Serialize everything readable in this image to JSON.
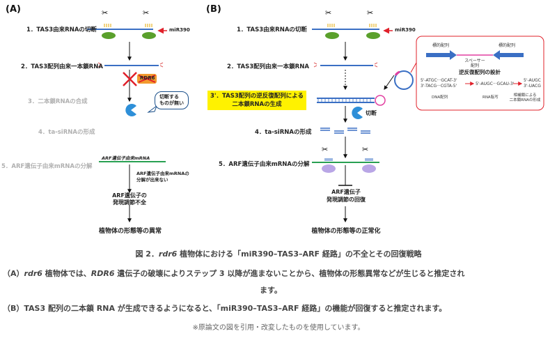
{
  "panel_a": {
    "label": "(A)",
    "step1": "1．TAS3由来RNAの切断",
    "mir390": "miR390",
    "step2": "2．TAS3配列由来一本鎖RNA",
    "rdr6": "RDR6",
    "step3": "3．二本鎖RNAの合成",
    "callout": "切断する\nものが無い",
    "step4": "4．ta-siRNAの形成",
    "step5": "5．ARF遺伝子由来mRNAの分解",
    "arf_mrna": "ARF遺伝子由来mRNA",
    "not_degraded": "ARF遺伝子由来mRNAの\n分解が出来ない",
    "result": "ARF遺伝子の\n発現調節不全",
    "final": "植物体の形態等の異常"
  },
  "panel_b": {
    "label": "(B)",
    "step1": "1．TAS3由来RNAの切断",
    "mir390": "miR390",
    "step2": "2．TAS3配列由来一本鎖RNA",
    "step3": "3'．TAS3配列の逆反復配列による\n二本鎖RNAの生成",
    "cut": "切断",
    "step4": "4．ta-siRNAの形成",
    "step5": "5．ARF遺伝子由来mRNAの分解",
    "result": "ARF遺伝子\n発現調節の回復",
    "final": "植物体の形態等の正常化"
  },
  "inset": {
    "target1": "標的配列",
    "target2": "標的配列",
    "spacer": "スペーサー\n配列",
    "design": "逆反復配列の設計",
    "dna_top": "5'-ATGC···GCAT-3'",
    "dna_bottom": "3'-TACG···CGTA-5'",
    "rna": "5'-AUGC···GCAU-3'",
    "ds_top": "5'-AUGC",
    "ds_bottom": "3'-UACG",
    "label_dna": "DNA配列",
    "label_rna": "RNA転写",
    "label_ds": "相補鎖による\n二本鎖RNAの形成"
  },
  "caption": {
    "title_prefix": "図 2．",
    "title_italic": "rdr6",
    "title_rest": " 植物体における「miR390–TAS3–ARF 経路」の不全とその回復戦略",
    "a_label": "（A）",
    "a_italic1": "rdr6",
    "a_mid": " 植物体では、",
    "a_italic2": "RDR6",
    "a_rest": " 遺伝子の破壊によりステップ 3 以降が進まないことから、植物体の形態異常などが生じると推定され",
    "a_cont": "ます。",
    "b_text": "（B）TAS3 配列の二本鎖 RNA が生成できるようになると、「miR390–TAS3–ARF 経路」の機能が回復すると推定されます。",
    "note": "※原論文の図を引用・改変したものを使用しています。"
  }
}
